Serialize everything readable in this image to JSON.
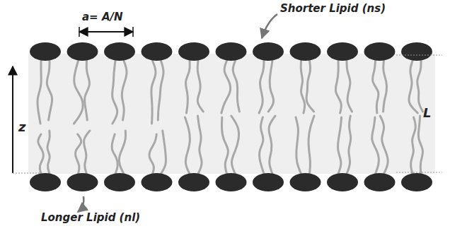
{
  "diagram": {
    "labels": [
      "a= A/N",
      "Shorter Lipid (ns)",
      "Longer Lipid (nl)",
      "z",
      "L"
    ]
  }
}
